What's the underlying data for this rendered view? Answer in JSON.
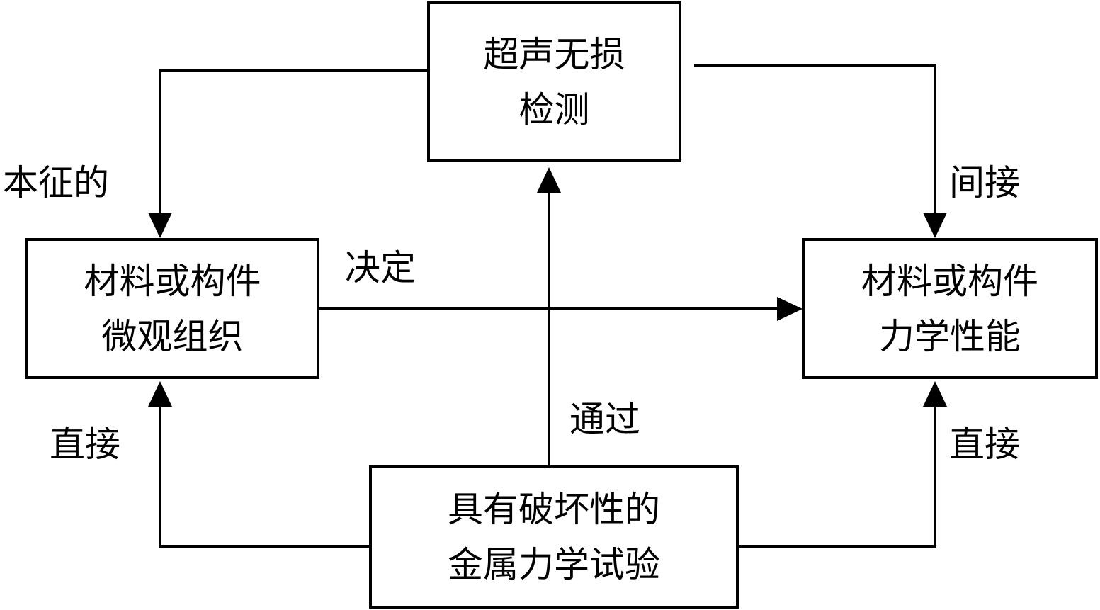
{
  "nodes": {
    "ultrasonic": {
      "line1": "超声无损",
      "line2": "检测"
    },
    "microstructure": {
      "line1": "材料或构件",
      "line2": "微观组织"
    },
    "mechanical": {
      "line1": "材料或构件",
      "line2": "力学性能"
    },
    "destructive": {
      "line1": "具有破坏性的",
      "line2": "金属力学试验"
    }
  },
  "edges": {
    "intrinsic": "本征的",
    "determines": "决定",
    "indirect": "间接",
    "via": "通过",
    "direct_left": "直接",
    "direct_right": "直接"
  },
  "colors": {
    "stroke": "#000000",
    "background": "#ffffff"
  }
}
